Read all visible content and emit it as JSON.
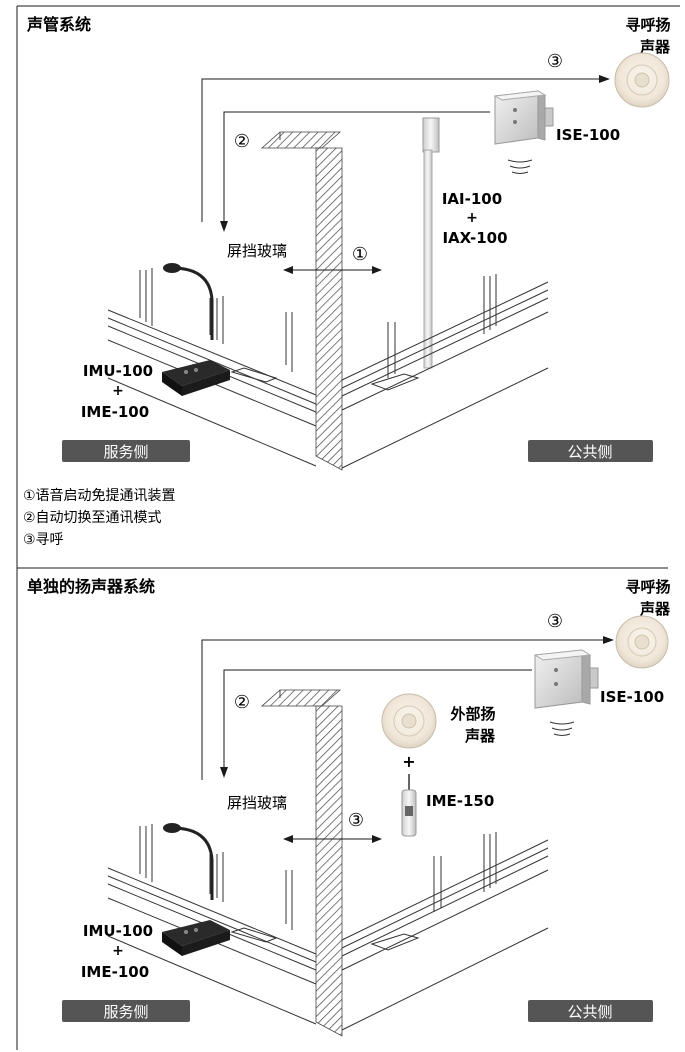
{
  "colors": {
    "line": "#1a1a1a",
    "badge_bg": "#555555",
    "badge_text": "#ffffff",
    "hatch": "#444444",
    "device_fill": "#dcdcdc",
    "speaker_fill": "#f3ece2",
    "pole_fill": "#ededed"
  },
  "icons": [
    "microphone-icon",
    "speaker-icon",
    "wave-icon",
    "wall-hatch-icon"
  ],
  "section1": {
    "title": "声管系统",
    "paging_speaker_label_line1": "寻呼扬",
    "paging_speaker_label_line2": "声器",
    "circle3": "③",
    "circle2": "②",
    "circle1": "①",
    "ise": "ISE-100",
    "iai": "IAI-100",
    "plus1": "+",
    "iax": "IAX-100",
    "glass": "屏挡玻璃",
    "imu": "IMU-100",
    "plus2": "+",
    "ime": "IME-100",
    "service_side": "服务侧",
    "public_side": "公共侧"
  },
  "legend": {
    "item1": "①语音启动免提通讯装置",
    "item2": "②自动切换至通讯模式",
    "item3": "③寻呼"
  },
  "section2": {
    "title": "单独的扬声器系统",
    "paging_speaker_label_line1": "寻呼扬",
    "paging_speaker_label_line2": "声器",
    "circle3a": "③",
    "circle2": "②",
    "circle3b": "③",
    "ise": "ISE-100",
    "ext_line1": "外部扬",
    "ext_line2": "声器",
    "plus_ext": "+",
    "ime150": "IME-150",
    "glass": "屏挡玻璃",
    "imu": "IMU-100",
    "plus2": "+",
    "ime": "IME-100",
    "service_side": "服务侧",
    "public_side": "公共侧"
  }
}
